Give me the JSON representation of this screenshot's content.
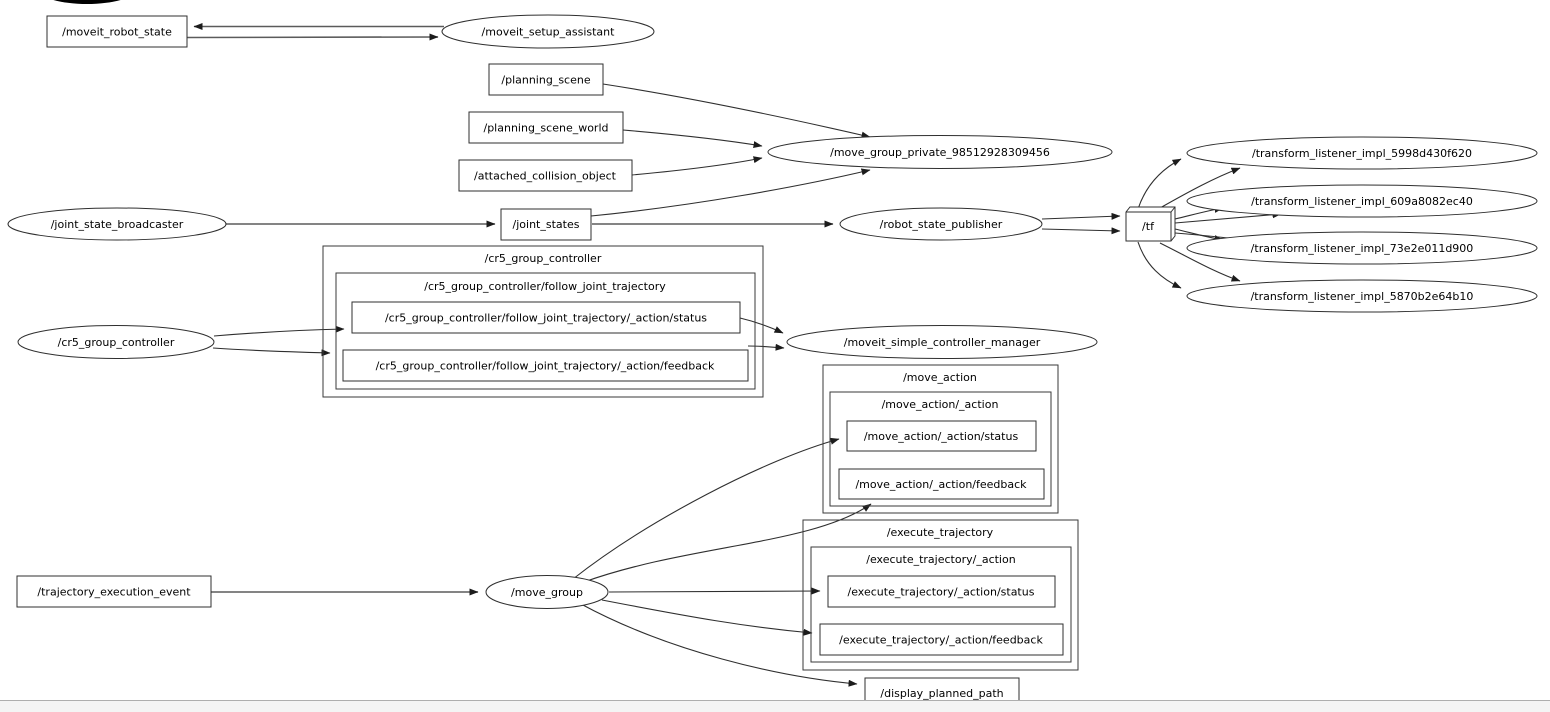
{
  "graph": {
    "tool": "ros node graph",
    "nodes": {
      "moveit_robot_state": {
        "label": "/moveit_robot_state",
        "shape": "box"
      },
      "moveit_setup_assistant": {
        "label": "/moveit_setup_assistant",
        "shape": "ellipse"
      },
      "planning_scene": {
        "label": "/planning_scene",
        "shape": "box"
      },
      "planning_scene_world": {
        "label": "/planning_scene_world",
        "shape": "box"
      },
      "attached_collision_object": {
        "label": "/attached_collision_object",
        "shape": "box"
      },
      "joint_state_broadcaster": {
        "label": "/joint_state_broadcaster",
        "shape": "ellipse"
      },
      "joint_states": {
        "label": "/joint_states",
        "shape": "box"
      },
      "move_group_private": {
        "label": "/move_group_private_98512928309456",
        "shape": "ellipse"
      },
      "robot_state_publisher": {
        "label": "/robot_state_publisher",
        "shape": "ellipse"
      },
      "tf": {
        "label": "/tf",
        "shape": "box3d"
      },
      "transform_listener_1": {
        "label": "/transform_listener_impl_5998d430f620",
        "shape": "ellipse"
      },
      "transform_listener_2": {
        "label": "/transform_listener_impl_609a8082ec40",
        "shape": "ellipse"
      },
      "transform_listener_3": {
        "label": "/transform_listener_impl_73e2e011d900",
        "shape": "ellipse"
      },
      "transform_listener_4": {
        "label": "/transform_listener_impl_5870b2e64b10",
        "shape": "ellipse"
      },
      "cr5_group_controller": {
        "label": "/cr5_group_controller",
        "shape": "ellipse"
      },
      "cr5_fjt_status": {
        "label": "/cr5_group_controller/follow_joint_trajectory/_action/status",
        "shape": "box"
      },
      "cr5_fjt_feedback": {
        "label": "/cr5_group_controller/follow_joint_trajectory/_action/feedback",
        "shape": "box"
      },
      "moveit_simple_controller_manager": {
        "label": "/moveit_simple_controller_manager",
        "shape": "ellipse"
      },
      "move_action_status": {
        "label": "/move_action/_action/status",
        "shape": "box"
      },
      "move_action_feedback": {
        "label": "/move_action/_action/feedback",
        "shape": "box"
      },
      "execute_trajectory_status": {
        "label": "/execute_trajectory/_action/status",
        "shape": "box"
      },
      "execute_trajectory_feedback": {
        "label": "/execute_trajectory/_action/feedback",
        "shape": "box"
      },
      "trajectory_execution_event": {
        "label": "/trajectory_execution_event",
        "shape": "box"
      },
      "move_group": {
        "label": "/move_group",
        "shape": "ellipse"
      },
      "display_planned_path": {
        "label": "/display_planned_path",
        "shape": "box"
      }
    },
    "clusters": {
      "cr5_group_controller": {
        "label": "/cr5_group_controller"
      },
      "cr5_follow_joint_trajectory": {
        "label": "/cr5_group_controller/follow_joint_trajectory"
      },
      "move_action": {
        "label": "/move_action"
      },
      "move_action_action": {
        "label": "/move_action/_action"
      },
      "execute_trajectory": {
        "label": "/execute_trajectory"
      },
      "execute_trajectory_action": {
        "label": "/execute_trajectory/_action"
      }
    },
    "edges": [
      {
        "from": "/moveit_setup_assistant",
        "to": "/moveit_robot_state"
      },
      {
        "from": "/moveit_robot_state",
        "to": "/moveit_setup_assistant"
      },
      {
        "from": "/planning_scene",
        "to": "/move_group_private_98512928309456"
      },
      {
        "from": "/planning_scene_world",
        "to": "/move_group_private_98512928309456"
      },
      {
        "from": "/attached_collision_object",
        "to": "/move_group_private_98512928309456"
      },
      {
        "from": "/joint_states",
        "to": "/move_group_private_98512928309456"
      },
      {
        "from": "/joint_state_broadcaster",
        "to": "/joint_states"
      },
      {
        "from": "/joint_states",
        "to": "/robot_state_publisher"
      },
      {
        "from": "/robot_state_publisher",
        "to": "/tf"
      },
      {
        "from": "/robot_state_publisher",
        "to": "/tf"
      },
      {
        "from": "/tf",
        "to": "/transform_listener_impl_5998d430f620"
      },
      {
        "from": "/tf",
        "to": "/transform_listener_impl_609a8082ec40"
      },
      {
        "from": "/tf",
        "to": "/transform_listener_impl_73e2e011d900"
      },
      {
        "from": "/tf",
        "to": "/transform_listener_impl_5870b2e64b10"
      },
      {
        "from": "/cr5_group_controller",
        "to": "/cr5_group_controller/follow_joint_trajectory/_action/status"
      },
      {
        "from": "/cr5_group_controller",
        "to": "/cr5_group_controller/follow_joint_trajectory/_action/feedback"
      },
      {
        "from": "/cr5_group_controller/follow_joint_trajectory/_action/status",
        "to": "/moveit_simple_controller_manager"
      },
      {
        "from": "/cr5_group_controller/follow_joint_trajectory/_action/feedback",
        "to": "/moveit_simple_controller_manager"
      },
      {
        "from": "/trajectory_execution_event",
        "to": "/move_group"
      },
      {
        "from": "/move_group",
        "to": "/move_action/_action/status"
      },
      {
        "from": "/move_group",
        "to": "/move_action/_action/feedback"
      },
      {
        "from": "/move_group",
        "to": "/execute_trajectory/_action/status"
      },
      {
        "from": "/move_group",
        "to": "/execute_trajectory/_action/feedback"
      },
      {
        "from": "/move_group",
        "to": "/display_planned_path"
      }
    ],
    "colors": {
      "background": "#ffffff",
      "node_fill": "#ffffff",
      "node_border": "#2f2f2f",
      "edge": "#5b5b5b",
      "text": "#000000",
      "statusbar": "#f4f4f4",
      "statusbar_border": "#aeaeae"
    }
  }
}
